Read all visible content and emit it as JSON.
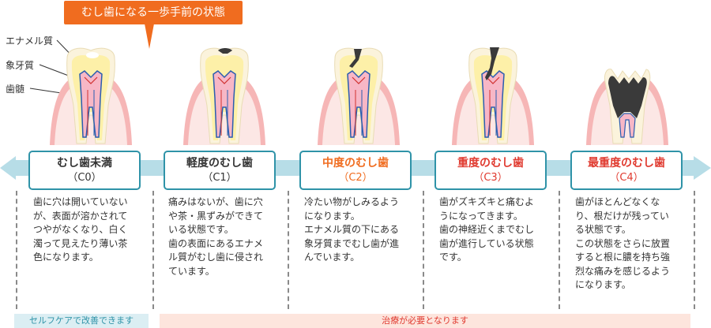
{
  "callout": {
    "text": "むし歯になる一歩手前の状態"
  },
  "parts": [
    {
      "label": "エナメル質"
    },
    {
      "label": "象牙質"
    },
    {
      "label": "歯髄"
    }
  ],
  "stages": [
    {
      "name": "むし歯未満",
      "code": "（C0）",
      "color": "#333333",
      "description": "歯に穴は開いていないが、表面が溶かされてつやがなくなり、白く濁って見えたり薄い茶色になります。"
    },
    {
      "name": "軽度のむし歯",
      "code": "（C1）",
      "color": "#333333",
      "description": "痛みはないが、歯に穴や茶・黒ずみができている状態です。\n歯の表面にあるエナメル質がむし歯に侵されています。"
    },
    {
      "name": "中度のむし歯",
      "code": "（C2）",
      "color": "#f06c1f",
      "description": "冷たい物がしみるようになります。\nエナメル質の下にある象牙質までむし歯が進んでいます。"
    },
    {
      "name": "重度のむし歯",
      "code": "（C3）",
      "color": "#e03a2f",
      "description": "歯がズキズキと痛むようになってきます。\n歯の神経近くまでむし歯が進行している状態です。"
    },
    {
      "name": "最重度のむし歯",
      "code": "（C4）",
      "color": "#e03a2f",
      "description": "歯がほとんどなくなり、根だけが残っている状態です。\nこの状態をさらに放置すると根に膿を持ち強烈な痛みを感じるようになります。"
    }
  ],
  "bands": {
    "self_care": "セルフケアで改善できます",
    "treatment": "治療が必要となります"
  }
}
